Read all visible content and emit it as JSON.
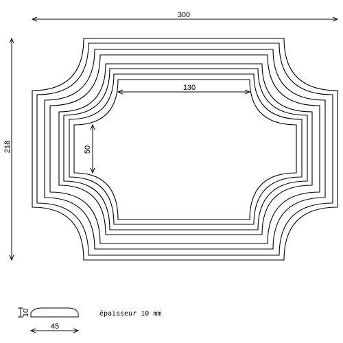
{
  "drawing": {
    "dimensions": {
      "overall_width": "300",
      "overall_height": "218",
      "opening_width": "130",
      "opening_height": "50"
    },
    "profile": {
      "height": "10",
      "width": "45"
    },
    "note": "épaisseur 10 mm"
  }
}
